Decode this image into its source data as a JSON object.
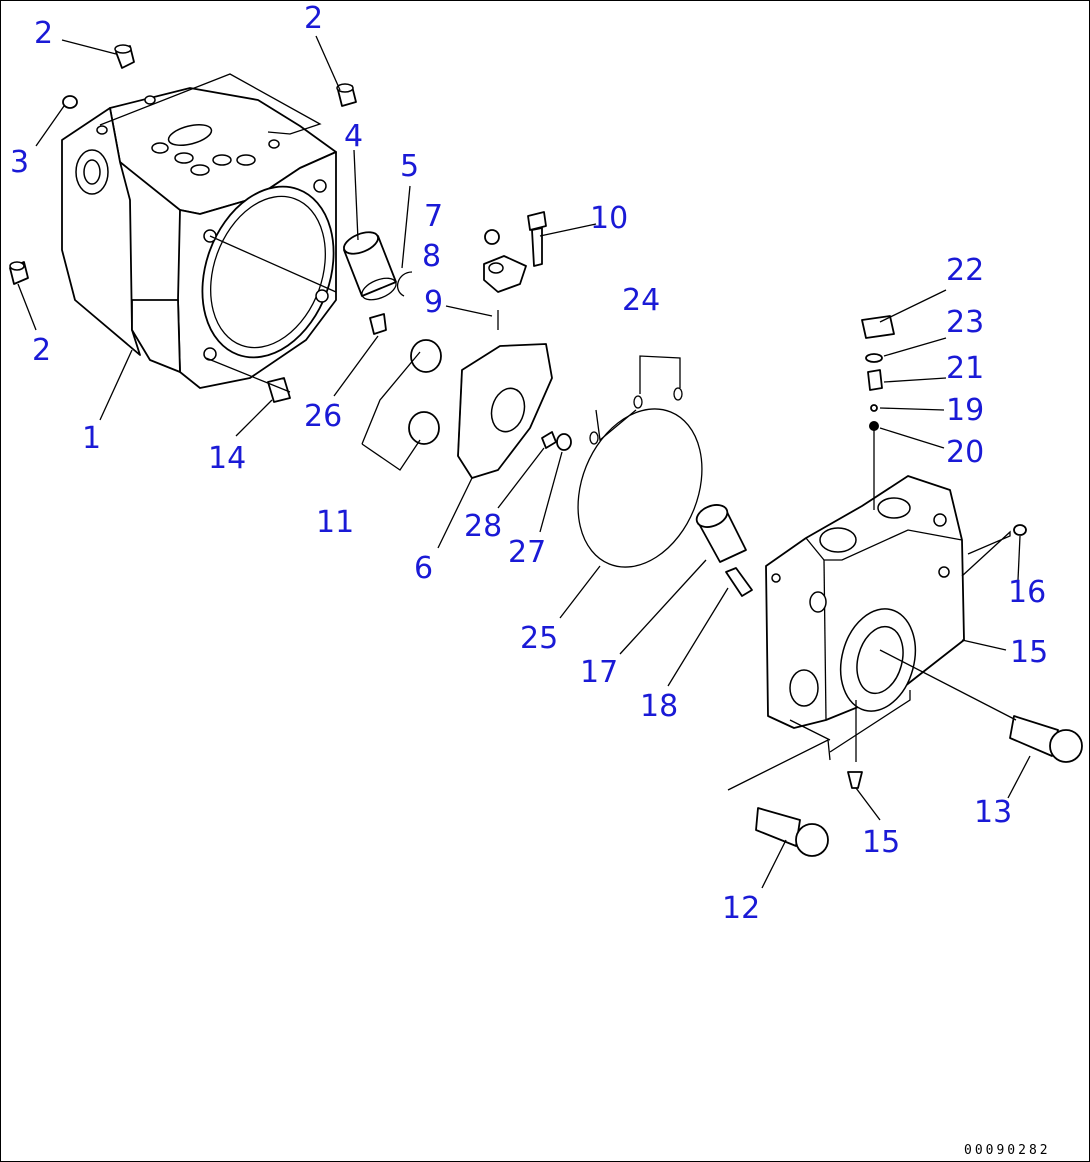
{
  "colors": {
    "callout": "#1a1ad6",
    "line": "#000000",
    "background": "#ffffff"
  },
  "drawing_code": "00090282",
  "callouts": [
    {
      "id": "c2a",
      "text": "2"
    },
    {
      "id": "c2b",
      "text": "2"
    },
    {
      "id": "c3",
      "text": "3"
    },
    {
      "id": "c2c",
      "text": "2"
    },
    {
      "id": "c1",
      "text": "1"
    },
    {
      "id": "c4",
      "text": "4"
    },
    {
      "id": "c5",
      "text": "5"
    },
    {
      "id": "c7",
      "text": "7"
    },
    {
      "id": "c10",
      "text": "10"
    },
    {
      "id": "c8",
      "text": "8"
    },
    {
      "id": "c9",
      "text": "9"
    },
    {
      "id": "c26",
      "text": "26"
    },
    {
      "id": "c14",
      "text": "14"
    },
    {
      "id": "c11",
      "text": "11"
    },
    {
      "id": "c6",
      "text": "6"
    },
    {
      "id": "c28",
      "text": "28"
    },
    {
      "id": "c27",
      "text": "27"
    },
    {
      "id": "c24",
      "text": "24"
    },
    {
      "id": "c25",
      "text": "25"
    },
    {
      "id": "c17",
      "text": "17"
    },
    {
      "id": "c18",
      "text": "18"
    },
    {
      "id": "c22",
      "text": "22"
    },
    {
      "id": "c23",
      "text": "23"
    },
    {
      "id": "c21",
      "text": "21"
    },
    {
      "id": "c19",
      "text": "19"
    },
    {
      "id": "c20",
      "text": "20"
    },
    {
      "id": "c16",
      "text": "16"
    },
    {
      "id": "c15a",
      "text": "15"
    },
    {
      "id": "c13",
      "text": "13"
    },
    {
      "id": "c15b",
      "text": "15"
    },
    {
      "id": "c12",
      "text": "12"
    }
  ]
}
